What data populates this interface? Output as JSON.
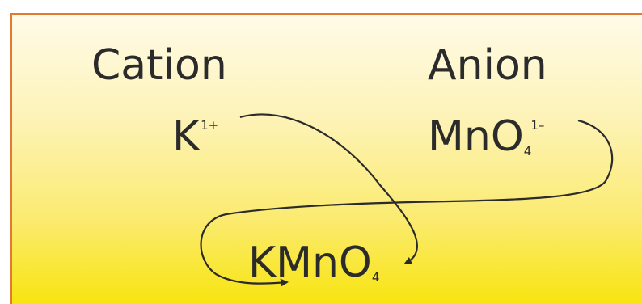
{
  "labels": {
    "cation_heading": "Cation",
    "anion_heading": "Anion"
  },
  "cation": {
    "symbol": "K",
    "charge": "1+"
  },
  "anion": {
    "symbol": "MnO",
    "subscript": "4",
    "charge": "1–"
  },
  "product": {
    "formula": "KMnO",
    "subscript": "4"
  },
  "colors": {
    "border": "#e07a35",
    "gradient_top": "#fefbe8",
    "gradient_bottom": "#f8e40f",
    "text": "#2b2b2b",
    "arrow": "#2b2b2b"
  }
}
